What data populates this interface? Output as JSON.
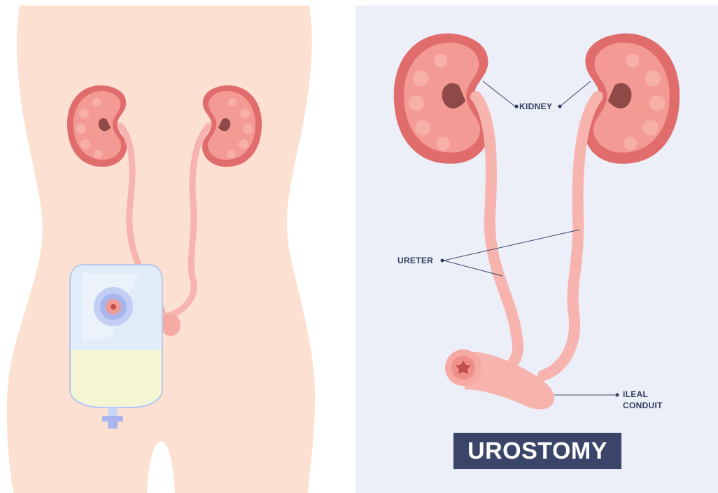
{
  "labels": {
    "kidney": "KIDNEY",
    "ureter": "URETER",
    "ileal_line1": "ILEAL",
    "ileal_line2": "CONDUIT"
  },
  "title": "UROSTOMY",
  "colors": {
    "skin": "#fce0d2",
    "kidney_outer": "#e06c6c",
    "kidney_inner": "#f49a94",
    "kidney_pulp": "#f7b0a8",
    "kidney_dark": "#8f4a48",
    "ureter": "#f7b3ad",
    "bag_fill": "#e1ecf9",
    "bag_urine": "#f4f5d2",
    "stoma_ring": "#a9b6ee",
    "label_text": "#2f3e5e",
    "title_bg": "#3b4569",
    "right_bg": "#eceef8"
  }
}
